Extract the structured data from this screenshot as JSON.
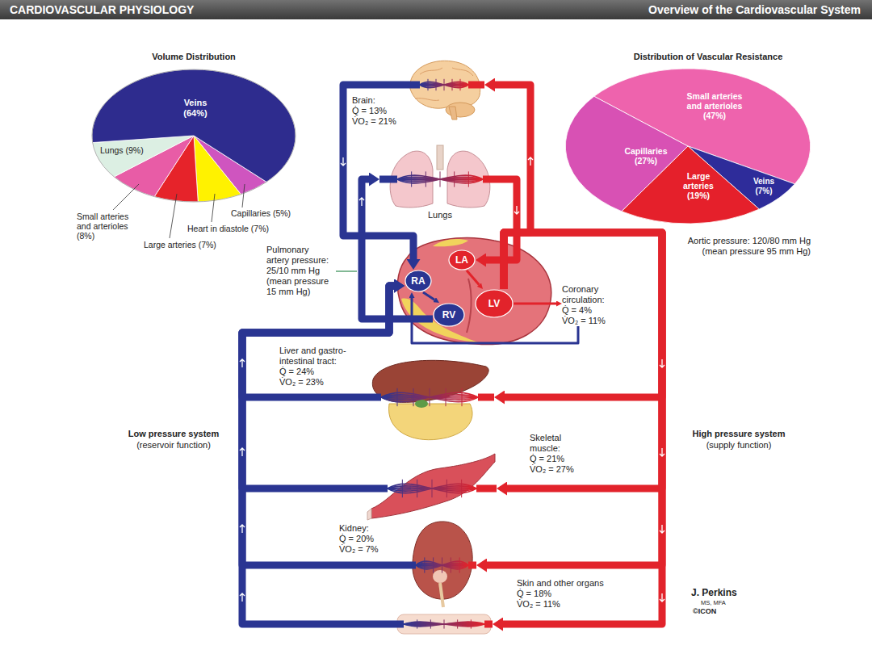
{
  "diagram": {
    "title": "CARDIOVASCULAR PHYSIOLOGY",
    "nodes": [
      {
        "text": [
          "Brain:",
          "Q̇ = 13%",
          "V̇O₂ = 21%"
        ]
      },
      {
        "text": [
          "Lungs"
        ]
      },
      {
        "text": [
          "LA"
        ]
      },
      {
        "text": [
          "RA"
        ]
      },
      {
        "text": [
          "LV"
        ]
      },
      {
        "text": [
          "RV"
        ]
      },
      {
        "text": [
          "Coronary circulation:",
          "Q̇ = 4%",
          "V̇O₂ = 11%"
        ]
      },
      {
        "text": [
          "Liver and gastro-intestinal tract:",
          "Q̇ = 24%",
          "V̇O₂ = 23%"
        ]
      },
      {
        "text": [
          "Skeletal muscle:",
          "Q̇ = 21%",
          "V̇O₂ = 27%"
        ]
      },
      {
        "text": [
          "Kidney:",
          "Q̇ = 20%",
          "V̇O₂ = 7%"
        ]
      },
      {
        "text": [
          "Skin and other organs",
          "Q̇ = 18%",
          "V̇O₂ = 11%"
        ]
      }
    ],
    "edges": [
      {
        "from": 3,
        "to": 5,
        "arrow": "to"
      },
      {
        "from": 2,
        "to": 4,
        "arrow": "to"
      },
      {
        "from": 5,
        "to": 1,
        "arrow": "to"
      },
      {
        "from": 1,
        "to": 2,
        "arrow": "to"
      },
      {
        "from": 4,
        "to": 0,
        "arrow": "to"
      },
      {
        "from": 4,
        "to": 6,
        "arrow": "to"
      },
      {
        "from": 4,
        "to": 7,
        "arrow": "to"
      },
      {
        "from": 4,
        "to": 8,
        "arrow": "to"
      },
      {
        "from": 4,
        "to": 9,
        "arrow": "to"
      },
      {
        "from": 4,
        "to": 10,
        "arrow": "to"
      },
      {
        "from": 0,
        "to": 3,
        "arrow": "to"
      },
      {
        "from": 6,
        "to": 3,
        "arrow": "to"
      },
      {
        "from": 7,
        "to": 3,
        "arrow": "to"
      },
      {
        "from": 8,
        "to": 3,
        "arrow": "to"
      },
      {
        "from": 9,
        "to": 3,
        "arrow": "to"
      },
      {
        "from": 10,
        "to": 3,
        "arrow": "to"
      }
    ],
    "labels": [
      "Overview of the Cardiovascular System",
      "Volume Distribution",
      "Veins (64%)",
      "Lungs (9%)",
      "Small arteries and arterioles (8%)",
      "Large arteries (7%)",
      "Heart in diastole (7%)",
      "Capillaries (5%)",
      "Distribution of Vascular Resistance",
      "Small arteries and arterioles (47%)",
      "Capillaries (27%)",
      "Large arteries (19%)",
      "Veins (7%)",
      "Pulmonary artery pressure: 25/10 mm Hg (mean pressure 15 mm Hg)",
      "Aortic pressure: 120/80 mm Hg (mean pressure 95 mm Hg)",
      "Low pressure system",
      "(reservoir function)",
      "High pressure system",
      "(supply function)",
      "J. Perkins",
      "MS, MFA",
      "©ICON"
    ]
  }
}
